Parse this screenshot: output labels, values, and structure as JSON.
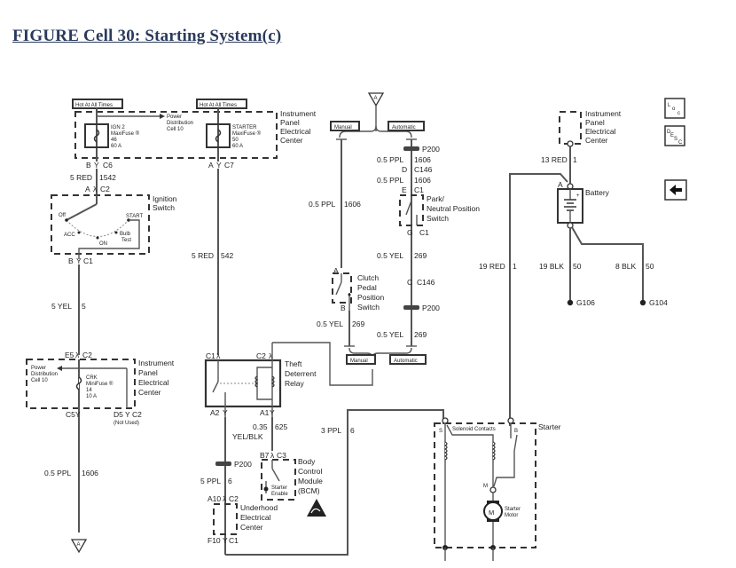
{
  "title": "FIGURE Cell 30: Starting System(c)",
  "nav": {
    "loc_label": "LOC",
    "desc_label": "DESC",
    "back_icon": "left-arrow-icon"
  },
  "labels": {
    "hot1": "Hot At All Times",
    "hot2": "Hot At All Times",
    "ign2": [
      "IGN 2",
      "MaxiFuse ®",
      "46",
      "60 A"
    ],
    "pdc10": [
      "Power",
      "Distribution",
      "Cell 10"
    ],
    "starter_fuse": [
      "STARTER",
      "MaxiFuse ®",
      "50",
      "60 A"
    ],
    "ipec_top": [
      "Instrument",
      "Panel",
      "Electrical",
      "Center"
    ],
    "conn_b_c6": "B",
    "conn_c6": "C6",
    "conn_a_c7": "A",
    "conn_c7": "C7",
    "wire_5red_1542": [
      "5 RED",
      "1542"
    ],
    "conn_a_c2": "A",
    "conn_c2_ign": "C2",
    "ign_switch": [
      "Ignition",
      "Switch"
    ],
    "ign_positions": [
      "Off",
      "ACC",
      "ON",
      "Bulb",
      "Test",
      "START"
    ],
    "conn_b_c1": "B",
    "conn_c1_ign": "C1",
    "wire_5yel_5": [
      "5 YEL",
      "5"
    ],
    "wire_5red_542": [
      "5 RED",
      "542"
    ],
    "triangle_a": "A",
    "manual": "Manual",
    "automatic": "Automatic",
    "p200": "P200",
    "wire_05ppl_1606": [
      "0.5 PPL",
      "1606"
    ],
    "conn_d_c146": "D",
    "c146": "C146",
    "conn_e_c1": "E",
    "c1": "C1",
    "park_neutral": [
      "Park/",
      "Neutral Position",
      "Switch"
    ],
    "conn_g_c1": "G",
    "wire_05yel_269": [
      "0.5 YEL",
      "269"
    ],
    "conn_c_c146": "C",
    "clutch": [
      "Clutch",
      "Pedal",
      "Position",
      "Switch"
    ],
    "conn_clutch_a": "A",
    "conn_clutch_b": "B",
    "ipec_right": [
      "Instrument",
      "Panel",
      "Electrical",
      "Center"
    ],
    "wire_13red_1": [
      "13 RED",
      "1"
    ],
    "battery": "Battery",
    "battery_conn_a": "A",
    "wire_19red_1": [
      "19 RED",
      "1"
    ],
    "wire_19blk_50": [
      "19 BLK",
      "50"
    ],
    "wire_8blk_50": [
      "8 BLK",
      "50"
    ],
    "g106": "G106",
    "g104": "G104",
    "conn_e5": "E5",
    "conn_c2_crk": "C2",
    "crk_fuse": [
      "CRK",
      "MiniFuse ®",
      "14",
      "10 A"
    ],
    "ipec_left": [
      "Instrument",
      "Panel",
      "Electrical",
      "Center"
    ],
    "conn_c5": "C5",
    "conn_d5": "D5",
    "conn_c2_d5": "C2",
    "not_used": "(Not Used)",
    "relay_c1": "C1",
    "relay_c2": "C2",
    "relay_a2": "A2",
    "relay_a1": "A1",
    "relay": [
      "Theft",
      "Deterrent",
      "Relay"
    ],
    "wire_035_625": [
      "0.35",
      "625",
      "YEL/BLK"
    ],
    "wire_3ppl_6": [
      "3 PPL",
      "6"
    ],
    "conn_b7": "B7",
    "conn_c3": "C3",
    "bcm": [
      "Body",
      "Control",
      "Module",
      "(BCM)"
    ],
    "starter_enable": [
      "Starter",
      "Enable"
    ],
    "wire_5ppl_6": [
      "5 PPL",
      "6"
    ],
    "conn_a10": "A10",
    "conn_c2_uh": "C2",
    "underhood": [
      "Underhood",
      "Electrical",
      "Center"
    ],
    "conn_f10": "F10",
    "conn_c1_uh": "C1",
    "starter": "Starter",
    "solenoid_contacts": "Solenoid Contacts",
    "starter_s": "S",
    "starter_b": "B",
    "starter_m": "M",
    "motor_m": "M",
    "starter_motor": [
      "Starter",
      "Motor"
    ],
    "wire_05ppl_1606_bottom": [
      "0.5 PPL",
      "1606"
    ],
    "triangle_a_bottom": "A"
  }
}
